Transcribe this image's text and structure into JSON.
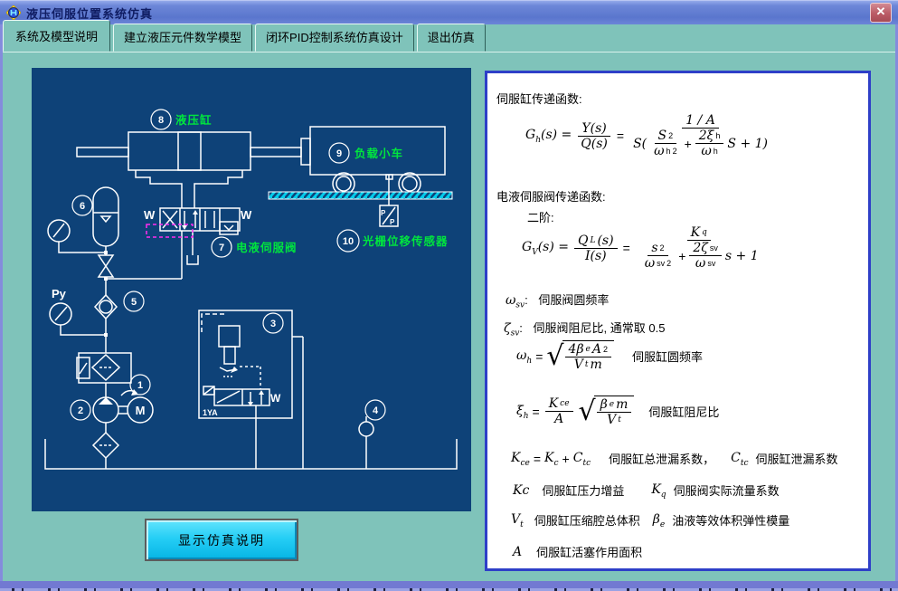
{
  "window": {
    "title": "液压伺服位置系统仿真"
  },
  "titlebar": {
    "close_glyph": "✕"
  },
  "tabs": [
    {
      "label": "系统及模型说明"
    },
    {
      "label": "建立液压元件数学模型"
    },
    {
      "label": "闭环PID控制系统仿真设计"
    },
    {
      "label": "退出仿真"
    }
  ],
  "diagram": {
    "num1": "1",
    "num2": "2",
    "num3": "3",
    "num4": "4",
    "num5": "5",
    "num6": "6",
    "num7": "7",
    "num8": "8",
    "num9": "9",
    "num10": "10",
    "cylinder_label": "液压缸",
    "cart_label": "负载小车",
    "sensor_label": "光栅位移传感器",
    "servo_valve_label": "电液伺服阀",
    "py": "Py",
    "motor": "M",
    "solenoid": "1YA",
    "spring": "W",
    "p_upper": "P",
    "p_lower": "P",
    "colors": {
      "background": "#0e4278",
      "line": "#ffffff",
      "label_green": "#00e53e",
      "rail_cyan": "#00cdec",
      "pilot_magenta": "#ff2cf0"
    }
  },
  "panel": {
    "sec1_title": "伺服缸传递函数:",
    "f1": {
      "G": "G",
      "Gs": "h",
      "args": "(s) =",
      "num1": "Y(s)",
      "den1": "Q(s)",
      "eq": "=",
      "num2": "1 / A",
      "dpre": "S(",
      "d1n": "S",
      "d1ns": "2",
      "d1d": "ω",
      "d1ds": "h",
      "d1dp": "2",
      "plus": "+",
      "d2n": "2ξ",
      "d2ns": "h",
      "d2d": "ω",
      "d2ds": "h",
      "dsuf": "S + 1)"
    },
    "sec2_title": "电液伺服阀传递函数:",
    "sec2_sub": "二阶:",
    "f2": {
      "G": "G",
      "Gs": "V",
      "args": "(s) =",
      "num1": "Q",
      "num1s": "L",
      "num1t": "(s)",
      "den1": "I(s)",
      "eq": "=",
      "num2": "K",
      "num2s": "q",
      "t1n": "s",
      "t1ns": "2",
      "t1d": "ω",
      "t1ds": "sv",
      "t1dp": "2",
      "plus": "+",
      "t2n": "2ζ",
      "t2ns": "sv",
      "t2d": "ω",
      "t2ds": "sv",
      "tail": "s + 1"
    },
    "wsv": {
      "sym": "ω",
      "syms": "sv",
      "colon": ":",
      "text": "伺服阀圆频率"
    },
    "zsv": {
      "sym": "ζ",
      "syms": "sv",
      "colon": ":",
      "text": "伺服阀阻尼比, 通常取 0.5"
    },
    "f3": {
      "lhs": "ω",
      "lhss": "h",
      "eq": "=",
      "n1": "4β",
      "n1s": "e",
      "n2": "A",
      "n2p": "2",
      "d1": "V",
      "d1s": "t",
      "d2": "m",
      "label": "伺服缸圆频率"
    },
    "f4": {
      "lhs": "ξ",
      "lhss": "h",
      "eq": "=",
      "fn": "K",
      "fns": "ce",
      "fd": "A",
      "n1": "β",
      "n1s": "e",
      "n2": "m",
      "d1": "V",
      "d1s": "t",
      "label": "伺服缸阻尼比"
    },
    "f5": {
      "t1": "K",
      "t1s": "ce",
      "eq": "=",
      "t2": "K",
      "t2s": "c",
      "plus": "+",
      "t3": "C",
      "t3s": "tc",
      "lab1": "伺服缸总泄漏系数，",
      "t4": "C",
      "t4s": "tc",
      "lab2": "伺服缸泄漏系数"
    },
    "f6": {
      "t1": "Kc",
      "lab1": "伺服缸压力增益",
      "t2": "K",
      "t2s": "q",
      "lab2": "伺服阀实际流量系数"
    },
    "f7": {
      "t1": "V",
      "t1s": "t",
      "lab1": "伺服缸压缩腔总体积",
      "t2": "β",
      "t2s": "e",
      "lab2": "油液等效体积弹性模量"
    },
    "f8": {
      "t1": "A",
      "lab1": "伺服缸活塞作用面积"
    }
  },
  "button": {
    "label": "显示仿真说明"
  }
}
